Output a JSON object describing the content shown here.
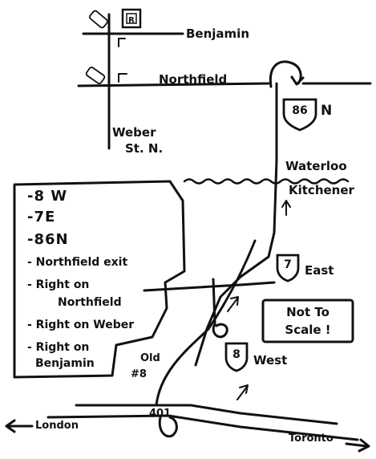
{
  "roads": {
    "benjamin": "Benjamin",
    "northfield": "Northfield",
    "weber_line1": "Weber",
    "weber_line2": "St. N.",
    "old8_line1": "Old",
    "old8_line2": "#8",
    "hwy401": "401",
    "london": "London",
    "toronto": "Toronto"
  },
  "boundary": {
    "north": "Waterloo",
    "south": "Kitchener"
  },
  "shields": {
    "hwy86": {
      "number": "86",
      "direction": "N"
    },
    "hwy7": {
      "number": "7",
      "direction": "East"
    },
    "hwy8": {
      "number": "8",
      "direction": "West"
    }
  },
  "directions": [
    "-8 W",
    "-7E",
    "-86N",
    "- Northfield exit",
    "- Right on",
    "Northfield",
    "- Right on Weber",
    "- Right on",
    "Benjamin"
  ],
  "note": {
    "line1": "Not To",
    "line2": "Scale !"
  },
  "destination_marker": "R",
  "colors": {
    "ink": "#111111",
    "paper": "#ffffff"
  },
  "icons": [
    "destination-box-icon",
    "parked-car-icon",
    "turn-arrow-icon",
    "north-arrow-icon",
    "highway-shield-icon"
  ]
}
